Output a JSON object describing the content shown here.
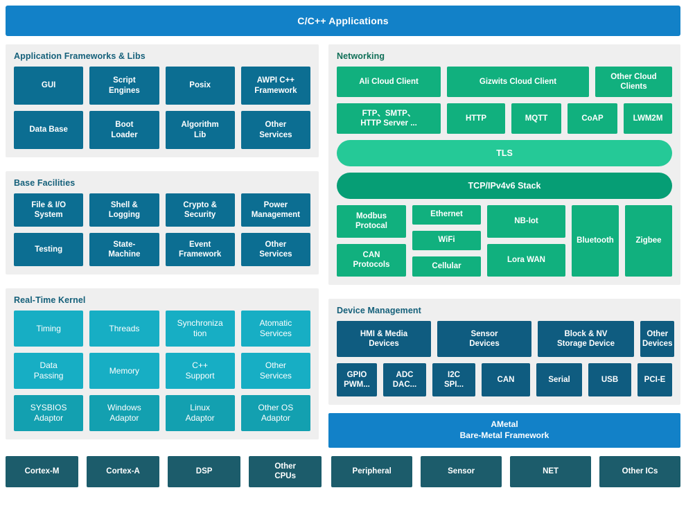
{
  "banner": {
    "title": "C/C++ Applications",
    "color": "#1281c8"
  },
  "panels": {
    "app_frameworks": {
      "title": "Application Frameworks & Libs",
      "rows": [
        [
          "GUI",
          "Script\nEngines",
          "Posix",
          "AWPI C++\nFramework"
        ],
        [
          "Data Base",
          "Boot\nLoader",
          "Algorithm\nLib",
          "Other\nServices"
        ]
      ],
      "color": "#0c6e92"
    },
    "base_facilities": {
      "title": "Base Facilities",
      "rows": [
        [
          "File & I/O\nSystem",
          "Shell &\nLogging",
          "Crypto &\nSecurity",
          "Power\nManagement"
        ],
        [
          "Testing",
          "State-\nMachine",
          "Event\nFramework",
          "Other\nServices"
        ]
      ],
      "color": "#0c6e92"
    },
    "realtime_kernel": {
      "title": "Real-Time Kernel",
      "rows": [
        [
          "Timing",
          "Threads",
          "Synchroniza\ntion",
          "Atomatic\nServices"
        ],
        [
          "Data\nPassing",
          "Memory",
          "C++\nSupport",
          "Other\nServices"
        ],
        [
          "SYSBIOS\nAdaptor",
          "Windows\nAdaptor",
          "Linux\nAdaptor",
          "Other OS\nAdaptor"
        ]
      ],
      "colors": [
        "#17aec4",
        "#17aec4",
        "#13a0b0"
      ]
    },
    "networking": {
      "title": "Networking",
      "cloud_row": [
        "Ali Cloud Client",
        "Gizwits Cloud Client",
        "Other Cloud\nClients"
      ],
      "protocol_row": [
        "FTP、SMTP、\nHTTP Server ...",
        "HTTP",
        "MQTT",
        "CoAP",
        "LWM2M"
      ],
      "tls": "TLS",
      "stack": "TCP/IPv4v6 Stack",
      "connectivity": {
        "col1": [
          "Modbus\nProtocal",
          "CAN\nProtocols"
        ],
        "col2": [
          "Ethernet",
          "WiFi",
          "Cellular"
        ],
        "col3": [
          "NB-Iot",
          "Lora WAN"
        ],
        "col4": [
          "Bluetooth"
        ],
        "col5": [
          "Zigbee"
        ]
      },
      "colors": {
        "box": "#11b07e",
        "tls": "#25c997",
        "stack": "#069e75"
      }
    },
    "device_management": {
      "title": "Device Management",
      "rows": [
        [
          "HMI & Media\nDevices",
          "Sensor\nDevices",
          "Block & NV\nStorage Device",
          "Other\nDevices"
        ],
        [
          "GPIO\nPWM...",
          "ADC\nDAC...",
          "I2C\nSPI...",
          "CAN",
          "Serial",
          "USB",
          "PCI-E"
        ]
      ],
      "color": "#0f5c80"
    }
  },
  "ametal": {
    "line1": "AMetal",
    "line2": "Bare-Metal Framework",
    "color": "#1281c8"
  },
  "hardware": {
    "cpus": [
      "Cortex-M",
      "Cortex-A",
      "DSP",
      "Other\nCPUs"
    ],
    "ics": [
      "Peripheral",
      "Sensor",
      "NET",
      "Other ICs"
    ],
    "color": "#1c5c6b"
  }
}
